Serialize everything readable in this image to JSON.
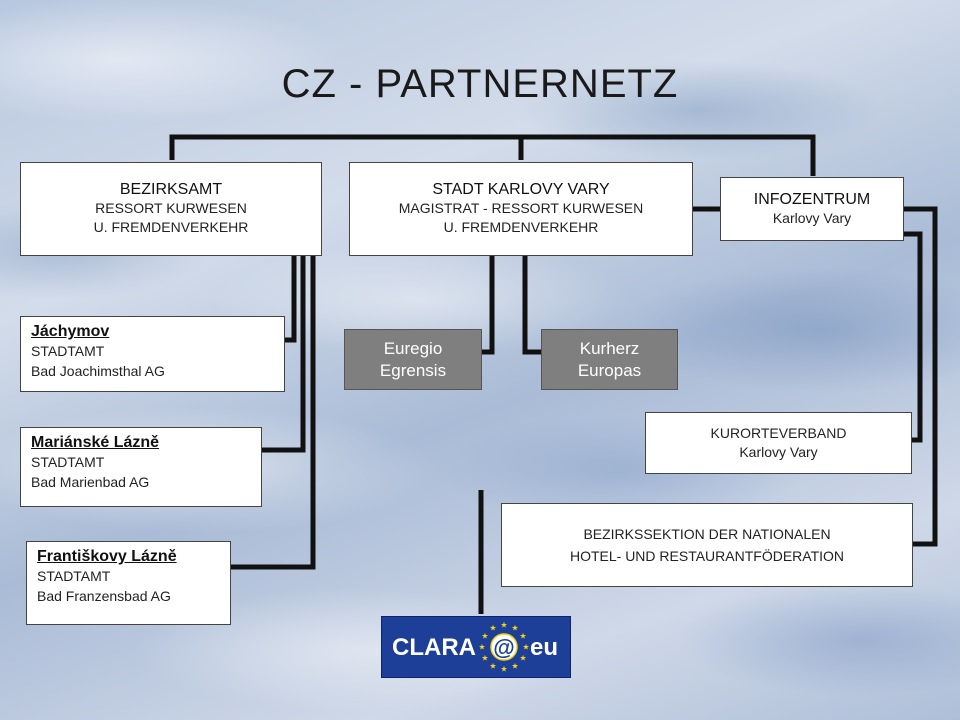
{
  "title": "CZ - PARTNERNETZ",
  "boxes": {
    "bezirksamt": {
      "title": "BEZIRKSAMT",
      "line1": "RESSORT KURWESEN",
      "line2": "U. FREMDENVERKEHR"
    },
    "stadt": {
      "title": "STADT KARLOVY VARY",
      "line1": "MAGISTRAT - RESSORT KURWESEN",
      "line2": "U. FREMDENVERKEHR"
    },
    "infozentrum": {
      "title": "INFOZENTRUM",
      "line1": "Karlovy Vary"
    },
    "jachymov": {
      "title": "Jáchymov",
      "line1": "STADTAMT",
      "line2": "Bad Joachimsthal AG"
    },
    "marianske": {
      "title": "Mariánské Lázně",
      "line1": "STADTAMT",
      "line2": "Bad Marienbad AG"
    },
    "frantiskovy": {
      "title": "Františkovy Lázně",
      "line1": "STADTAMT",
      "line2": "Bad Franzensbad AG"
    },
    "euregio": {
      "line1": "Euregio",
      "line2": "Egrensis"
    },
    "kurherz": {
      "line1": "Kurherz",
      "line2": "Europas"
    },
    "kurorteverband": {
      "line1": "KURORTEVERBAND",
      "line2": "Karlovy Vary"
    },
    "bezirkssektion": {
      "line1": "BEZIRKSSEKTION DER NATIONALEN",
      "line2": "HOTEL- UND RESTAURANTFÖDERATION"
    }
  },
  "logo": {
    "left_text": "CLARA",
    "right_text": "eu",
    "at_symbol": "@"
  },
  "colors": {
    "logo_background": "#1d3f98",
    "logo_stars": "#f2d21b",
    "connector": "#111111",
    "grey_box": "#7f7f7f"
  }
}
